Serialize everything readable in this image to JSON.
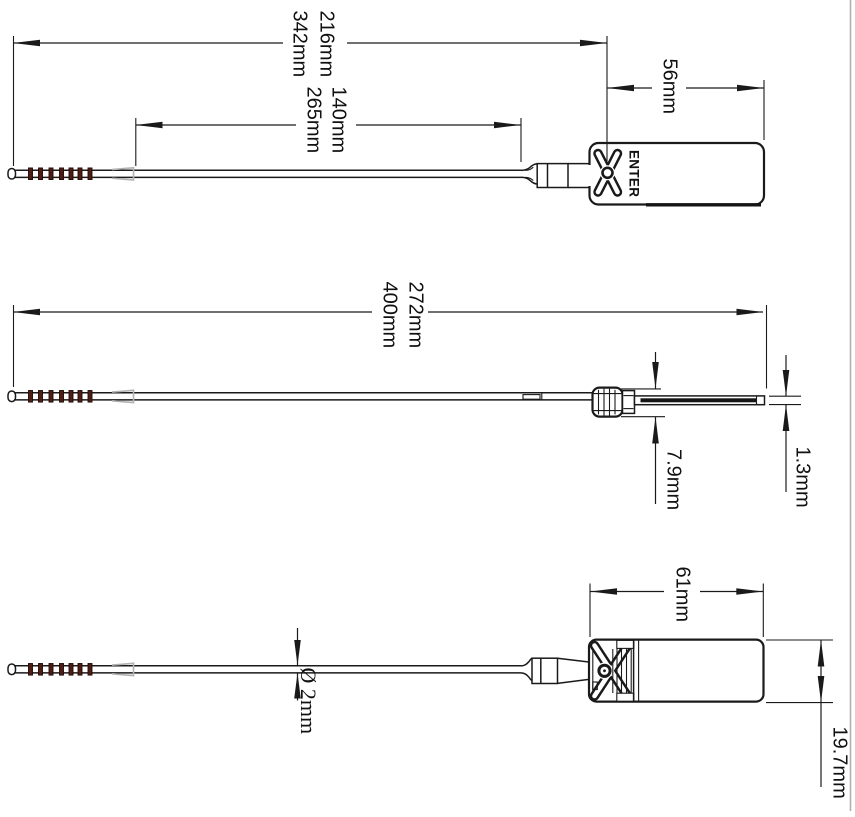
{
  "drawing": {
    "tag_text": "ENTER",
    "dimensions": {
      "top_total_variant_a": "342mm",
      "top_total_variant_b": "216mm",
      "top_strap_variant_a": "265mm",
      "top_strap_variant_b": "140mm",
      "top_tag_width": "56mm",
      "side_total_variant_a": "400mm",
      "side_total_variant_b": "272mm",
      "side_head_height": "7.9mm",
      "side_tag_thickness": "1.3mm",
      "back_tag_width": "61mm",
      "back_strap_diameter": "Ø 2mm",
      "back_tag_height": "19.7mm"
    },
    "colors": {
      "line": "#1a1a1a",
      "text": "#111111",
      "serration_fill": "#4e1c14",
      "marker_gray": "#b2b2b2",
      "page_edge": "#b0b0b0",
      "background": "#ffffff"
    }
  }
}
